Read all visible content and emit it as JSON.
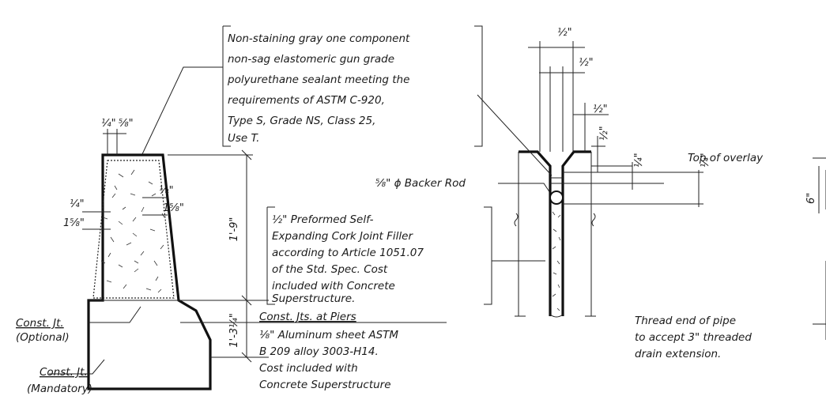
{
  "sealant_note": [
    "Non-staining gray one component",
    "non-sag elastomeric gun grade",
    "polyurethane sealant meeting the",
    "requirements of ASTM C-920,",
    "Type S, Grade NS, Class 25,",
    "Use T."
  ],
  "cork_note": [
    "½\" Preformed Self-",
    "Expanding Cork Joint Filler",
    "according to Article 1051.07",
    "of the Std. Spec.  Cost",
    "included with Concrete",
    "Superstructure."
  ],
  "backer_rod_label": "⅝\" ϕ Backer Rod",
  "top_overlay_label": "Top of overlay",
  "thread_note": [
    "Thread end of pipe",
    "to accept 3\" threaded",
    "drain extension."
  ],
  "const_jt_optional": [
    "Const. Jt.",
    "(Optional)"
  ],
  "const_jt_mandatory": [
    "Const. Jt.",
    "(Mandatory)"
  ],
  "piers_note": [
    "Const. Jts. at Piers",
    "⅛\" Aluminum sheet ASTM",
    "B 209 alloy 3003-H14.",
    "Cost included with",
    "Concrete Superstructure"
  ],
  "dims": {
    "quarter": "¼\"",
    "half": "½\"",
    "five_eighths": "⅝\"",
    "one_five_eighths": "1⅝\"",
    "one_nine": "1'-9\"",
    "one_three_quarter": "1'-3¼\"",
    "six": "6\""
  }
}
